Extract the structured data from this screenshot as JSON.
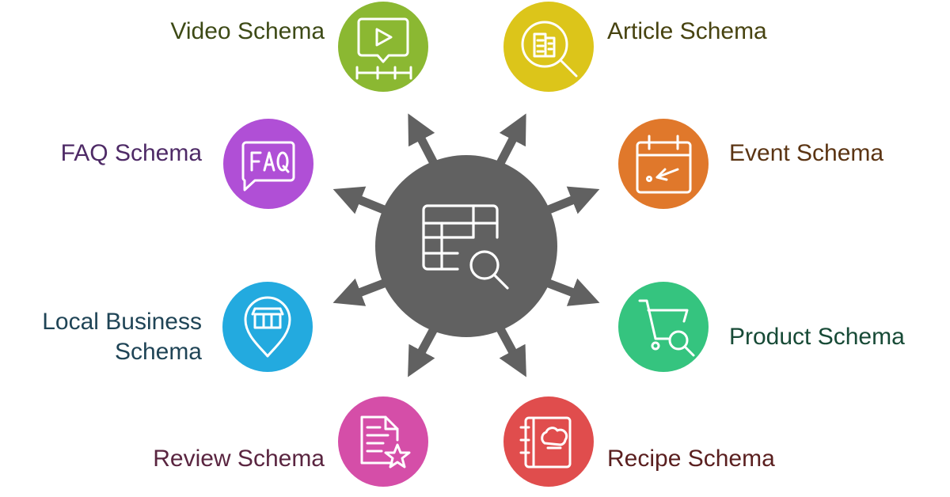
{
  "colors": {
    "hub": "#616161",
    "arrow": "#616161",
    "icon_stroke": "#ffffff",
    "video": "#8bb832",
    "article": "#dcc51a",
    "faq": "#b04fd6",
    "event": "#e0782b",
    "local_business": "#23aadf",
    "product": "#35c47f",
    "review": "#d54ea8",
    "recipe": "#e04d4d"
  },
  "hub": {
    "icon": "table-search-icon"
  },
  "nodes": [
    {
      "id": "video",
      "label": "Video Schema",
      "icon": "video-play-icon"
    },
    {
      "id": "article",
      "label": "Article Schema",
      "icon": "article-search-icon"
    },
    {
      "id": "faq",
      "label": "FAQ Schema",
      "icon": "faq-bubble-icon"
    },
    {
      "id": "event",
      "label": "Event Schema",
      "icon": "calendar-icon"
    },
    {
      "id": "local_business",
      "label": "Local Business\nSchema",
      "icon": "store-pin-icon"
    },
    {
      "id": "product",
      "label": "Product Schema",
      "icon": "cart-search-icon"
    },
    {
      "id": "review",
      "label": "Review Schema",
      "icon": "document-star-icon"
    },
    {
      "id": "recipe",
      "label": "Recipe Schema",
      "icon": "recipe-book-icon"
    }
  ]
}
